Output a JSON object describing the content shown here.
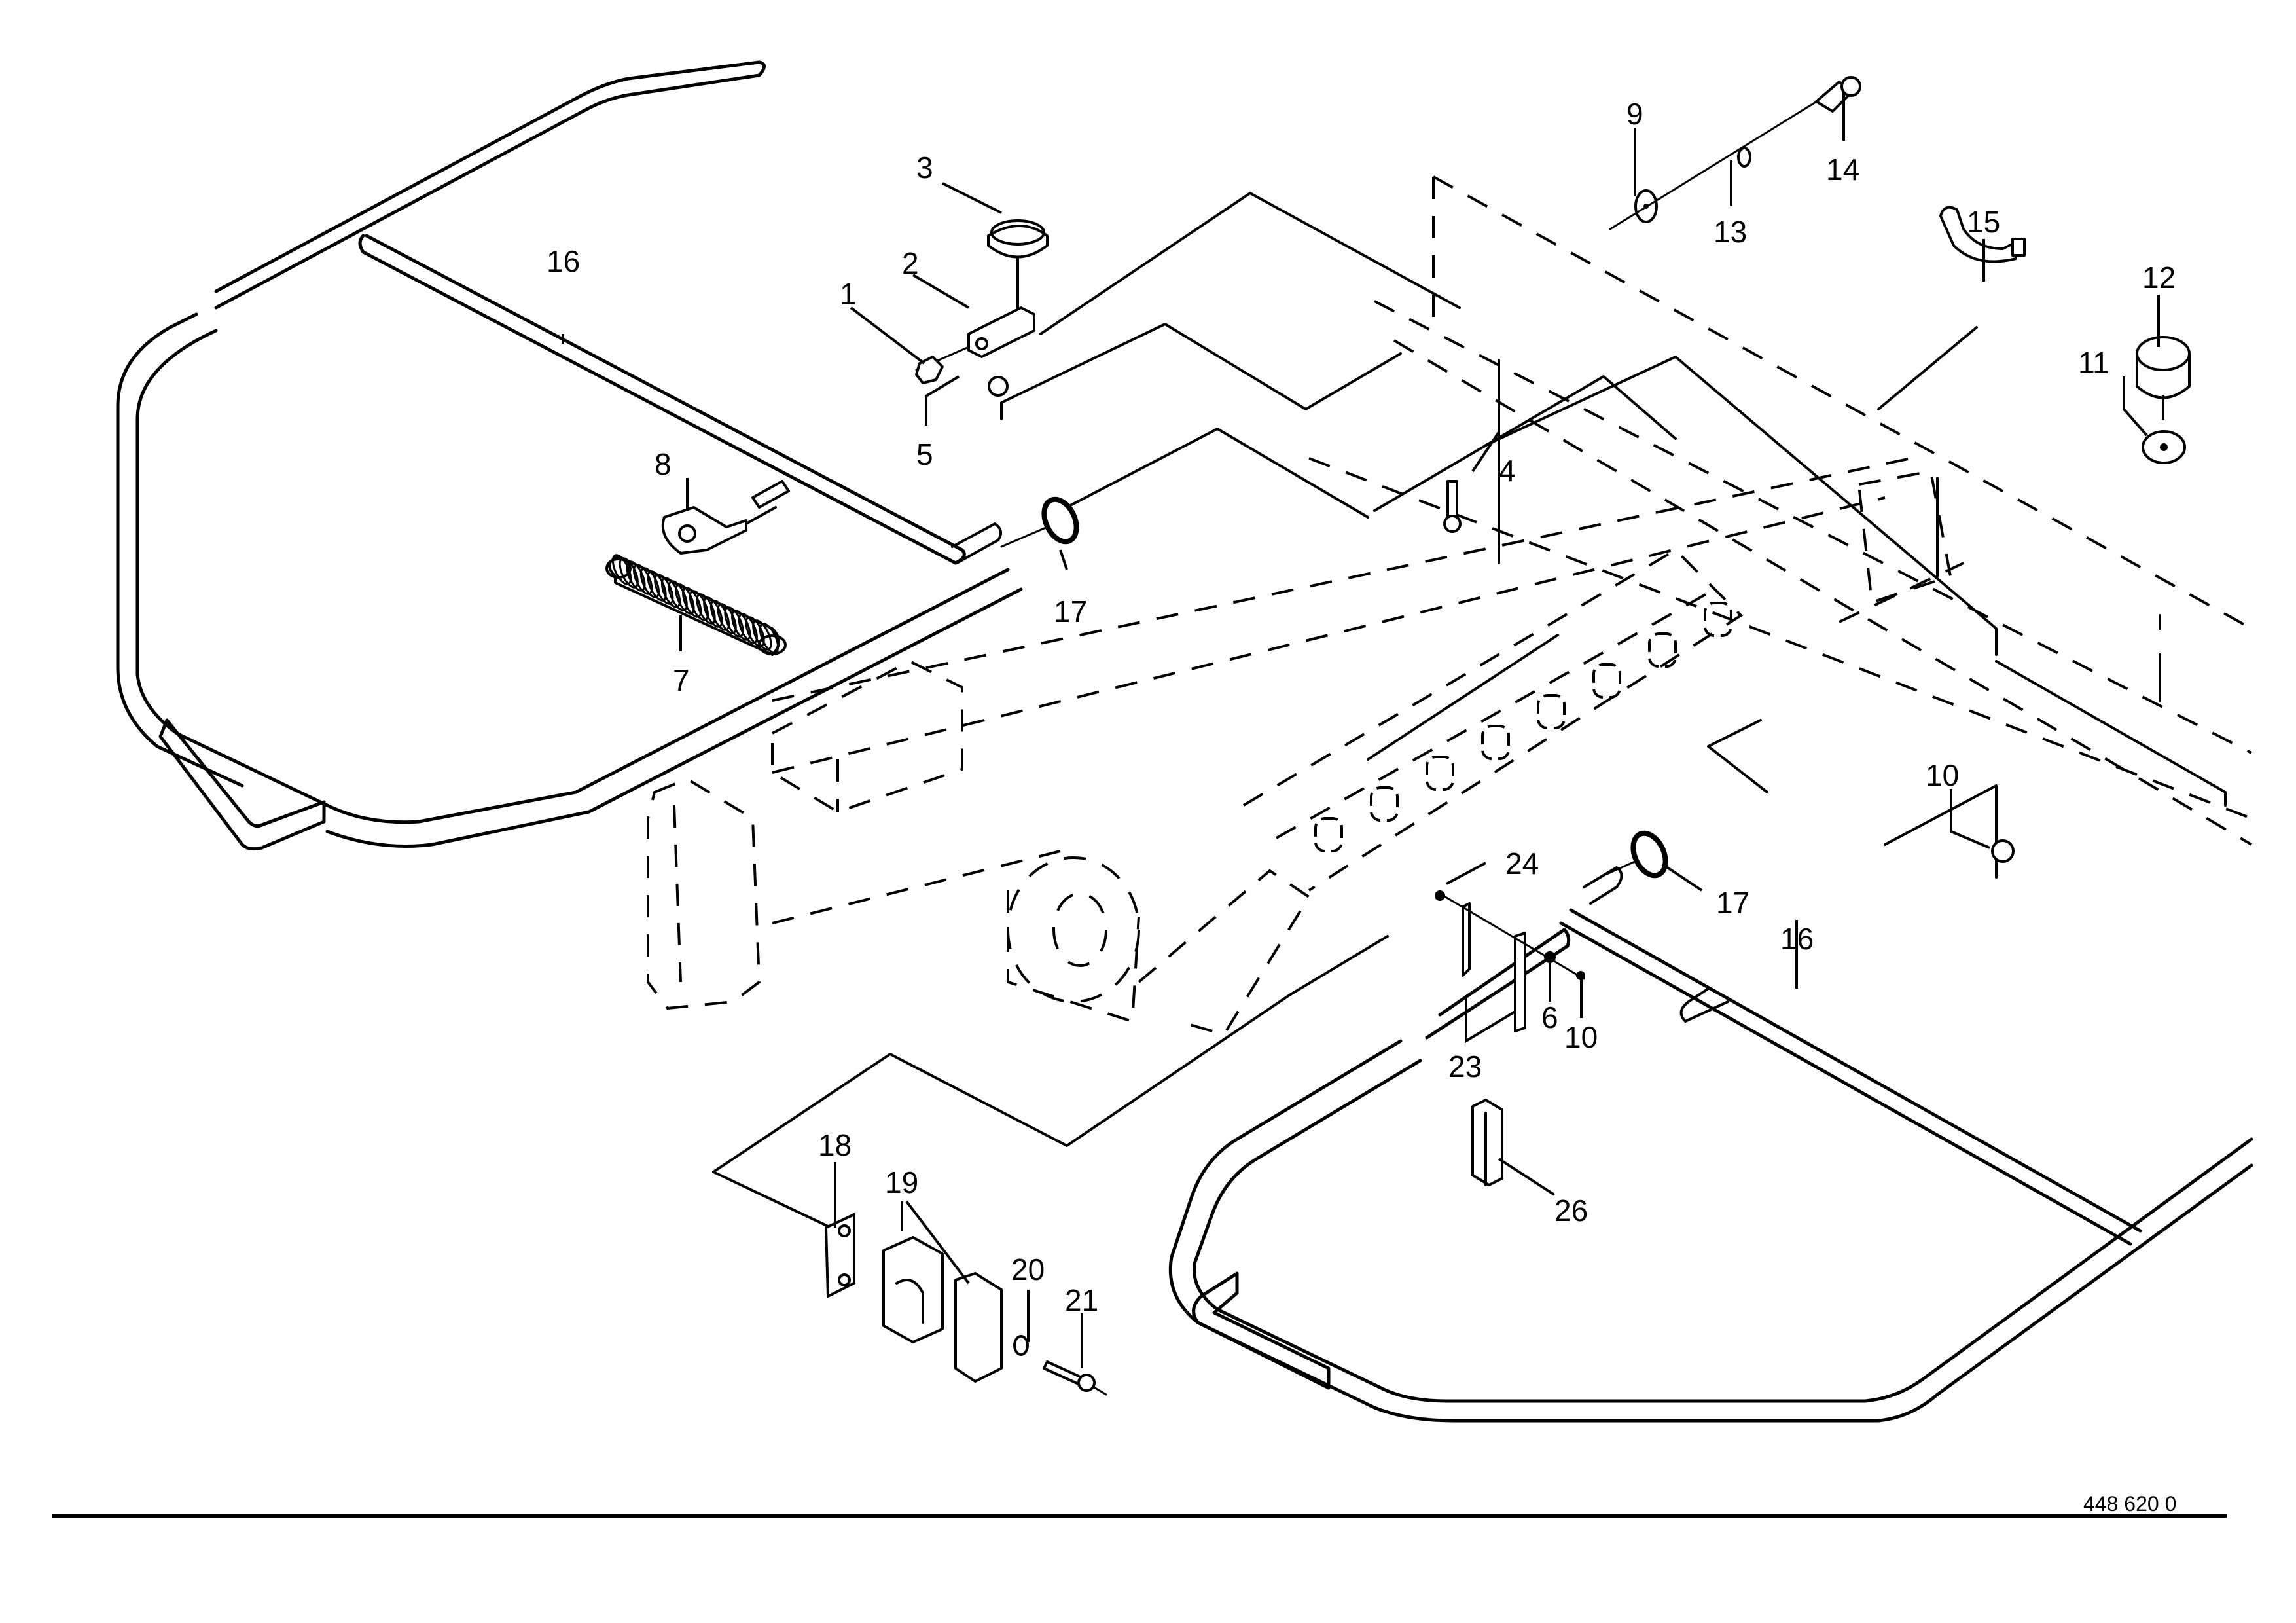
{
  "diagram": {
    "type": "exploded-parts-view",
    "drawing_number": "448 620 0",
    "callouts": [
      {
        "id": "c1",
        "label": "1"
      },
      {
        "id": "c2",
        "label": "2"
      },
      {
        "id": "c3",
        "label": "3"
      },
      {
        "id": "c4",
        "label": "4"
      },
      {
        "id": "c5",
        "label": "5"
      },
      {
        "id": "c6",
        "label": "6"
      },
      {
        "id": "c7",
        "label": "7"
      },
      {
        "id": "c8",
        "label": "8"
      },
      {
        "id": "c9",
        "label": "9"
      },
      {
        "id": "c10a",
        "label": "10"
      },
      {
        "id": "c10b",
        "label": "10"
      },
      {
        "id": "c11",
        "label": "11"
      },
      {
        "id": "c12",
        "label": "12"
      },
      {
        "id": "c13",
        "label": "13"
      },
      {
        "id": "c14",
        "label": "14"
      },
      {
        "id": "c15",
        "label": "15"
      },
      {
        "id": "c16a",
        "label": "16"
      },
      {
        "id": "c16b",
        "label": "16"
      },
      {
        "id": "c17a",
        "label": "17"
      },
      {
        "id": "c17b",
        "label": "17"
      },
      {
        "id": "c18",
        "label": "18"
      },
      {
        "id": "c19",
        "label": "19"
      },
      {
        "id": "c20",
        "label": "20"
      },
      {
        "id": "c21",
        "label": "21"
      },
      {
        "id": "c23",
        "label": "23"
      },
      {
        "id": "c24",
        "label": "24"
      },
      {
        "id": "c26",
        "label": "26"
      }
    ]
  }
}
